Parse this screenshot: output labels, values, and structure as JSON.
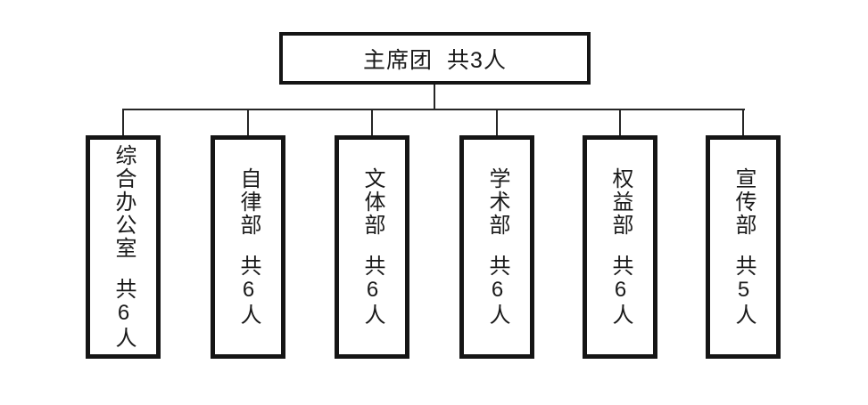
{
  "org_chart": {
    "type": "org-tree",
    "root": {
      "name": "主席团",
      "count": "共3人"
    },
    "departments": [
      {
        "name": "综合办公室",
        "count": "共6人"
      },
      {
        "name": "自律部",
        "count": "共6人"
      },
      {
        "name": "文体部",
        "count": "共6人"
      },
      {
        "name": "学术部",
        "count": "共6人"
      },
      {
        "name": "权益部",
        "count": "共6人"
      },
      {
        "name": "宣传部",
        "count": "共5人"
      }
    ]
  },
  "colors": {
    "background": "#ffffff",
    "box_border": "#151515",
    "connector_line": "#262626",
    "text": "#1a1a1a"
  }
}
